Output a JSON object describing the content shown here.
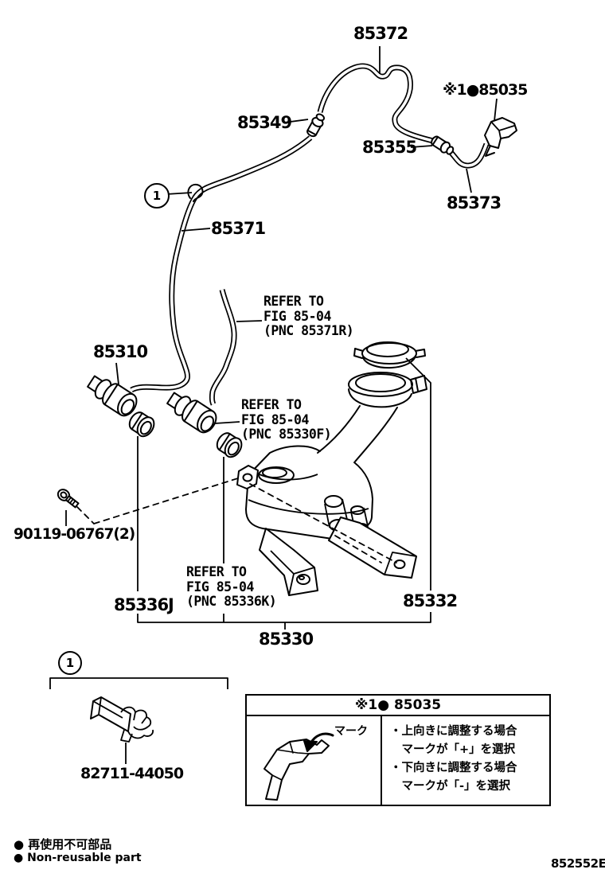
{
  "figure_code": "852552E",
  "parts": {
    "p85372": "85372",
    "p85035_top": "※1●85035",
    "p85349": "85349",
    "p85355": "85355",
    "p85373": "85373",
    "p85371": "85371",
    "p85310": "85310",
    "p90119": "90119-06767(2)",
    "p85336j": "85336J",
    "p85332": "85332",
    "p85330": "85330",
    "p82711": "82711-44050",
    "callout1": "1"
  },
  "refer1": {
    "l1": "REFER TO",
    "l2": "FIG 85-04",
    "l3": "(PNC 85371R)"
  },
  "refer2": {
    "l1": "REFER TO",
    "l2": "FIG 85-04",
    "l3": "(PNC 85330F)"
  },
  "refer3": {
    "l1": "REFER TO",
    "l2": "FIG 85-04",
    "l3": "(PNC 85336K)"
  },
  "note_box": {
    "header": "※1● 85035",
    "mark_label": "マーク",
    "line1": "・上向きに調整する場合",
    "line2": "　マークが「+」を選択",
    "line3": "・下向きに調整する場合",
    "line4": "　マークが「-」を選択"
  },
  "legend": {
    "jp": "● 再使用不可部品",
    "en": "● Non-reusable part"
  },
  "colors": {
    "ink": "#000000",
    "paper": "#ffffff"
  }
}
